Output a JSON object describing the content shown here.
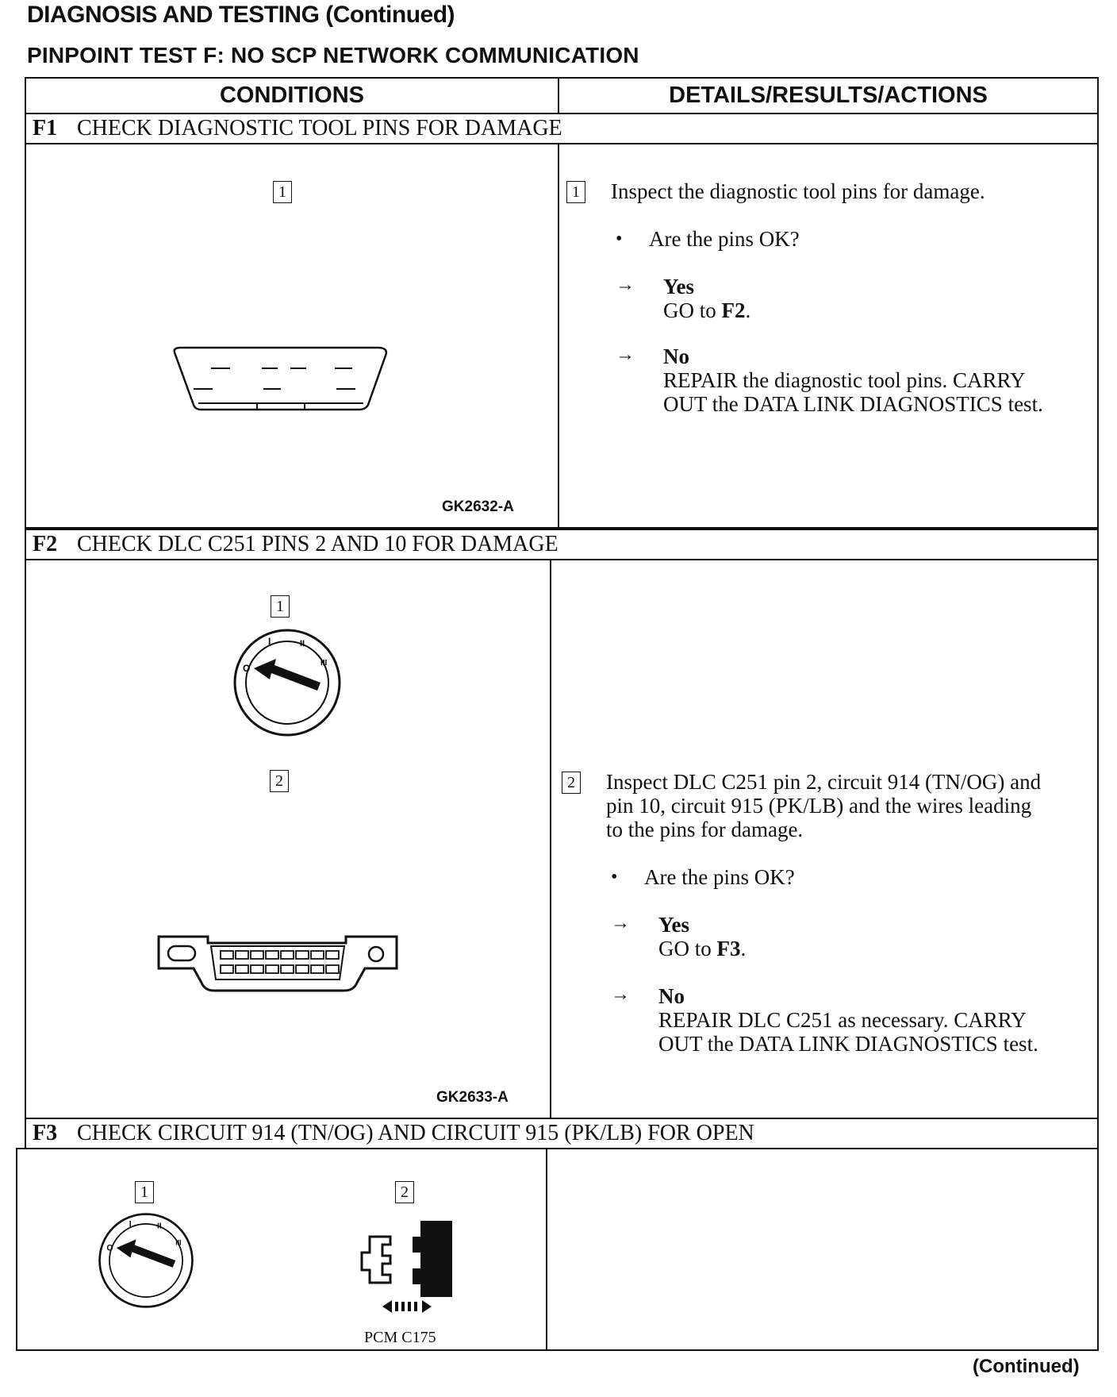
{
  "page": {
    "section_title": "DIAGNOSIS AND TESTING (Continued)",
    "test_title": "PINPOINT TEST F: NO SCP NETWORK COMMUNICATION",
    "footer": "(Continued)"
  },
  "table": {
    "col_conditions": "CONDITIONS",
    "col_details": "DETAILS/RESULTS/ACTIONS"
  },
  "steps": {
    "f1": {
      "code": "F1",
      "title": "CHECK DIAGNOSTIC TOOL PINS FOR DAMAGE",
      "fig_label_1": "1",
      "fig_id": "GK2632-A",
      "detail_num": "1",
      "instruction": "Inspect the diagnostic tool pins for damage.",
      "question": "Are the pins OK?",
      "yes_label": "Yes",
      "yes_action_pre": "GO to ",
      "yes_action_ref": "F2",
      "yes_action_post": ".",
      "no_label": "No",
      "no_action_line1": "REPAIR the diagnostic tool pins. CARRY",
      "no_action_line2": "OUT the DATA LINK DIAGNOSTICS test."
    },
    "f2": {
      "code": "F2",
      "title": "CHECK DLC C251 PINS 2 AND 10 FOR DAMAGE",
      "fig_label_1": "1",
      "fig_label_2": "2",
      "fig_id": "GK2633-A",
      "detail_num": "2",
      "instruction_line1": "Inspect DLC C251 pin 2, circuit 914 (TN/OG) and",
      "instruction_line2": "pin 10, circuit 915 (PK/LB) and the wires leading",
      "instruction_line3": "to the pins for damage.",
      "question": "Are the pins OK?",
      "yes_label": "Yes",
      "yes_action_pre": "GO to ",
      "yes_action_ref": "F3",
      "yes_action_post": ".",
      "no_label": "No",
      "no_action_line1": "REPAIR DLC C251 as necessary. CARRY",
      "no_action_line2": "OUT the DATA LINK DIAGNOSTICS test."
    },
    "f3": {
      "code": "F3",
      "title": "CHECK CIRCUIT 914 (TN/OG) AND CIRCUIT 915 (PK/LB) FOR OPEN",
      "fig_label_1": "1",
      "fig_label_2": "2",
      "connector_label": "PCM C175"
    }
  },
  "ignition_marks": [
    "O",
    "I",
    "II",
    "III"
  ]
}
